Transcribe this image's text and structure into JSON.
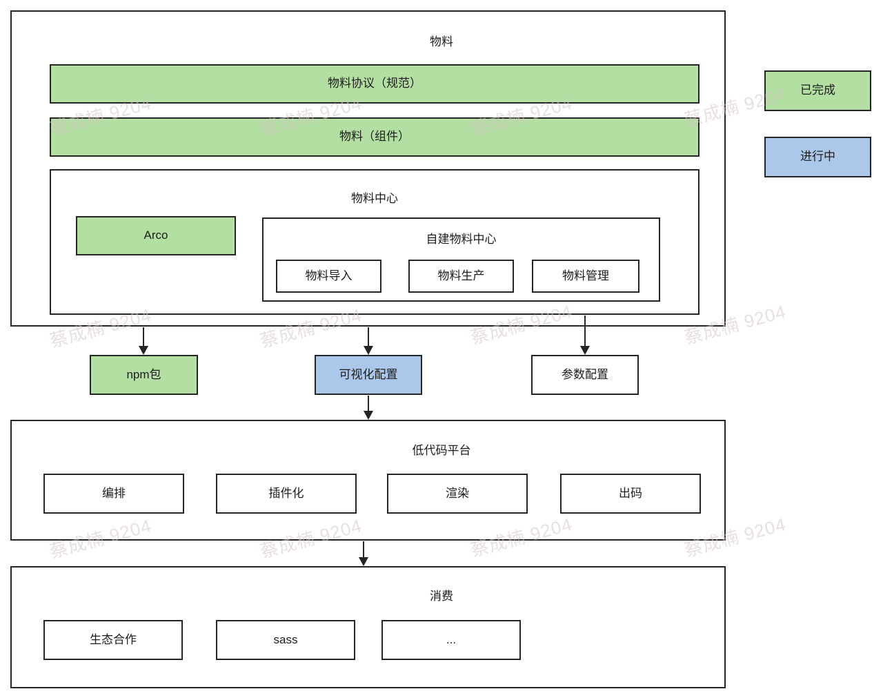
{
  "watermark": {
    "text": "蔡成楠 9204"
  },
  "legend": {
    "done": {
      "label": "已完成",
      "color": "#b3dfa2"
    },
    "in_progress": {
      "label": "进行中",
      "color": "#abc8ea"
    }
  },
  "materials": {
    "title": "物料",
    "protocol_label": "物料协议（规范）",
    "component_label": "物料（组件）",
    "center": {
      "title": "物料中心",
      "arco_label": "Arco",
      "self_built": {
        "title": "自建物料中心",
        "items": [
          "物料导入",
          "物料生产",
          "物料管理"
        ]
      }
    }
  },
  "outputs": {
    "npm_label": "npm包",
    "visual_label": "可视化配置",
    "param_label": "参数配置"
  },
  "lowcode_platform": {
    "title": "低代码平台",
    "items": [
      "编排",
      "插件化",
      "渲染",
      "出码"
    ]
  },
  "consumption": {
    "title": "消费",
    "items": [
      "生态合作",
      "sass",
      "..."
    ]
  }
}
